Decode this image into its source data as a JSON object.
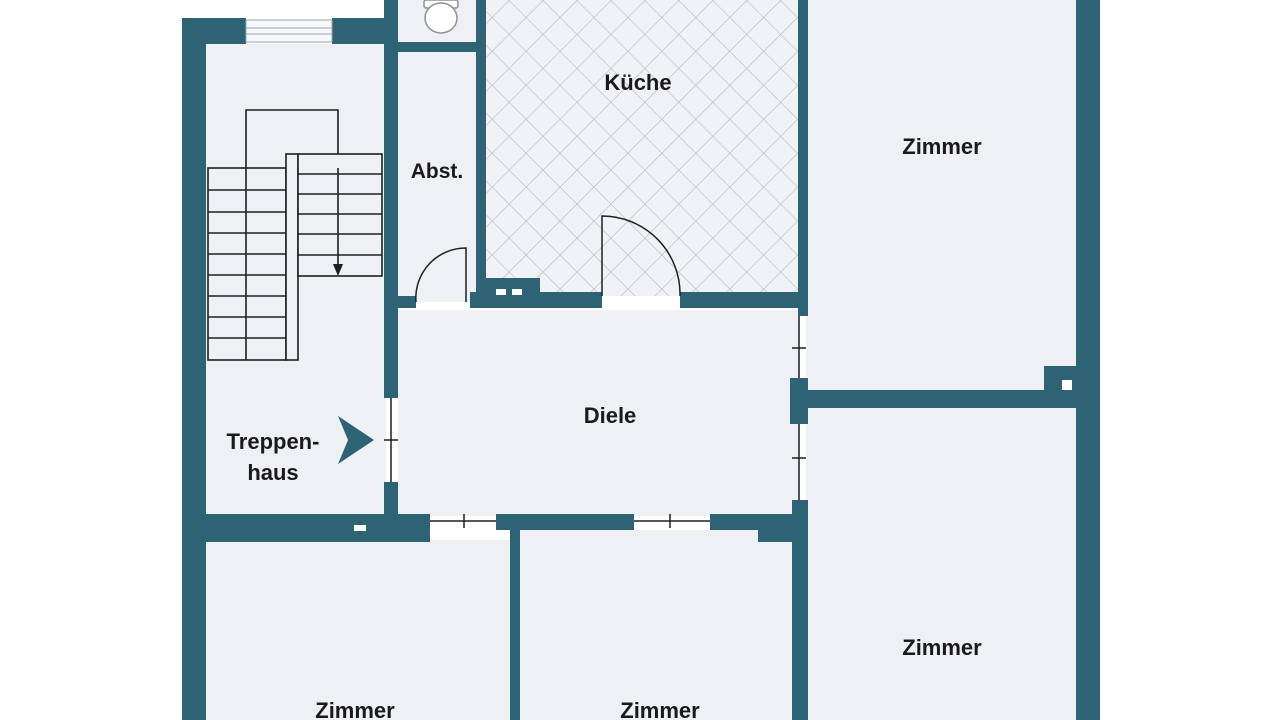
{
  "floorplan": {
    "colors": {
      "wall": "#2e6375",
      "floor": "#eef0f4",
      "tile_line": "#b3b6bf",
      "background": "#ffffff",
      "label": "#1a1a1a"
    },
    "rooms": {
      "kueche": "Küche",
      "abst": "Abst.",
      "zimmer_top_right": "Zimmer",
      "diele": "Diele",
      "treppenhaus_line1": "Treppen-",
      "treppenhaus_line2": "haus",
      "zimmer_right_lower": "Zimmer",
      "zimmer_bottom_left": "Zimmer",
      "zimmer_bottom_middle": "Zimmer"
    },
    "icons": {
      "entrance": "entrance-arrow-icon",
      "toilet": "toilet-icon",
      "stairs": "staircase-icon"
    }
  }
}
